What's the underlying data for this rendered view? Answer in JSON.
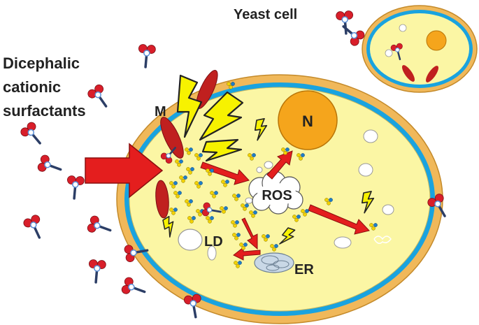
{
  "labels": {
    "yeast_cell": "Yeast cell",
    "surfactant_title": [
      "Dicephalic",
      "cationic",
      "surfactants"
    ],
    "mitochondria": "M",
    "nucleus": "N",
    "ros": "ROS",
    "lipid_droplet": "LD",
    "er": "ER"
  },
  "colors": {
    "cell_wall": "#f0b85a",
    "membrane": "#19a3df",
    "cytoplasm": "#fbf6a4",
    "nucleus": "#f5a51c",
    "mitochondria": "#c0201f",
    "arrow": "#e41e1e",
    "lightning": "#f7f200",
    "surfactant_head": "#d91e2a",
    "surfactant_tail": "#2c3e66",
    "dot_yellow": "#f2d200",
    "dot_blue": "#1e7ec8"
  }
}
